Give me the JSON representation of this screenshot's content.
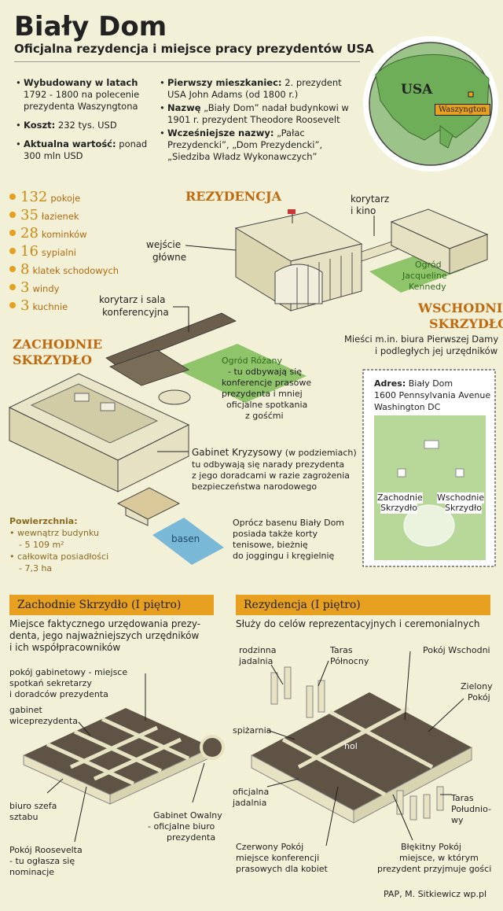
{
  "header": {
    "title": "Biały Dom",
    "subtitle": "Oficjalna rezydencja i miejsce pracy prezydentów USA"
  },
  "facts_left": [
    {
      "bold": "Wybudowany w latach",
      "text": "1792 - 1800 na polecenie prezydenta Waszyngtona"
    },
    {
      "bold": "Koszt:",
      "text": "232 tys. USD"
    },
    {
      "bold": "Aktualna wartość:",
      "text": "ponad 300 mln USD"
    }
  ],
  "facts_right": [
    {
      "bold": "Pierwszy mieszkaniec:",
      "text": "2. prezydent USA John Adams (od 1800 r.)"
    },
    {
      "bold": "Nazwę",
      "text": "„Biały Dom” nadał budynkowi w 1901 r. prezydent Theodore Roosevelt"
    },
    {
      "bold": "Wcześniejsze nazwy:",
      "text": "„Pałac Prezydencki”, „Dom Prezydencki”, „Siedziba Władz Wykonawczych”"
    }
  ],
  "map": {
    "country": "USA",
    "city": "Waszyngton"
  },
  "stats": [
    {
      "n": "132",
      "label": "pokoje"
    },
    {
      "n": "35",
      "label": "łazienek"
    },
    {
      "n": "28",
      "label": "kominków"
    },
    {
      "n": "16",
      "label": "sypialni"
    },
    {
      "n": "8",
      "label": "klatek schodowych"
    },
    {
      "n": "3",
      "label": "windy"
    },
    {
      "n": "3",
      "label": "kuchnie"
    }
  ],
  "labels": {
    "rezydencja": "REZYDENCJA",
    "korytarz_kino_1": "korytarz",
    "korytarz_kino_2": "i kino",
    "wejscie_1": "wejście",
    "wejscie_2": "główne",
    "korytarz_sala_1": "korytarz i sala",
    "korytarz_sala_2": "konferencyjna",
    "ogrod_jk_1": "Ogród",
    "ogrod_jk_2": "Jacqueline",
    "ogrod_jk_3": "Kennedy",
    "wschodnie_1": "WSCHODNIE",
    "wschodnie_2": "SKRZYDŁO",
    "wschodnie_desc_1": "Mieści m.in. biura Pierwszej Damy",
    "wschodnie_desc_2": "i podległych jej urzędników",
    "zachodnie_1": "ZACHODNIE",
    "zachodnie_2": "SKRZYDŁO",
    "ogrod_rozany": "Ogród Różany",
    "ogrod_rozany_desc": [
      "- tu odbywają się",
      "konferencje prasowe",
      "prezydenta i mniej",
      "oficjalne spotkania",
      "z gośćmi"
    ],
    "gabinet_k_bold": "Gabinet Kryzysowy",
    "gabinet_k_paren": "(w podziemiach)",
    "gabinet_k_desc": [
      "tu odbywają się narady prezydenta",
      "z jego doradcami w razie zagrożenia",
      "bezpieczeństwa narodowego"
    ],
    "basen": "basen",
    "powierzchnia": "Powierzchnia:",
    "pow_1": "• wewnątrz budynku",
    "pow_1v": "- 5 109 m²",
    "pow_2": "• całkowita posiadłości",
    "pow_2v": "- 7,3 ha",
    "oprocz": [
      "Oprócz basenu Biały Dom",
      "posiada także korty",
      "tenisowe, bieżnię",
      "do joggingu i kręgielnię"
    ]
  },
  "address": {
    "label": "Adres:",
    "line1": "Biały Dom",
    "line2": "1600 Pennsylvania Avenue",
    "line3": "Washington DC",
    "zach_1": "Zachodnie",
    "zach_2": "Skrzydło",
    "wsch_1": "Wschodnie",
    "wsch_2": "Skrzydło"
  },
  "west_floor": {
    "banner": "Zachodnie Skrzydło (I piętro)",
    "desc": [
      "Miejsce faktycznego urzędowania prezy-",
      "denta, jego najważniejszych urzędników",
      "i ich współpracowników"
    ],
    "l1": [
      "pokój gabinetowy - miejsce",
      "spotkań sekretarzy",
      "i doradców prezydenta"
    ],
    "l2": [
      "gabinet",
      "wiceprezydenta"
    ],
    "l3": [
      "biuro szefa",
      "sztabu"
    ],
    "l4": [
      "Gabinet Owalny",
      "- oficjalne biuro",
      "prezydenta"
    ],
    "l5": [
      "Pokój Roosevelta",
      "- tu ogłasza się",
      "nominacje"
    ]
  },
  "res_floor": {
    "banner": "Rezydencja (I piętro)",
    "desc": "Służy do celów reprezentacyjnych i ceremonialnych",
    "l1": [
      "rodzinna",
      "jadalnia"
    ],
    "l2": [
      "Taras",
      "Północny"
    ],
    "l3": [
      "Pokój Wschodni"
    ],
    "l4": [
      "Zielony",
      "Pokój"
    ],
    "l5": [
      "spiżarnia"
    ],
    "l6": [
      "hol"
    ],
    "l7": [
      "oficjalna",
      "jadalnia"
    ],
    "l8": [
      "Taras",
      "Południo-",
      "wy"
    ],
    "l9": [
      "Czerwony Pokój",
      "miejsce konferencji",
      "prasowych dla kobiet"
    ],
    "l10": [
      "Błękitny Pokój",
      "miejsce, w którym",
      "prezydent przyjmuje gości"
    ]
  },
  "credit": "PAP, M. Sitkiewicz wp.pl",
  "colors": {
    "background": "#f3f0d8",
    "accent": "#e8a020",
    "stat": "#c98a10",
    "lawn": "#8fc46a",
    "pool": "#7ab8d8",
    "floor": "#5e5344",
    "wall": "#e6e2c2"
  }
}
